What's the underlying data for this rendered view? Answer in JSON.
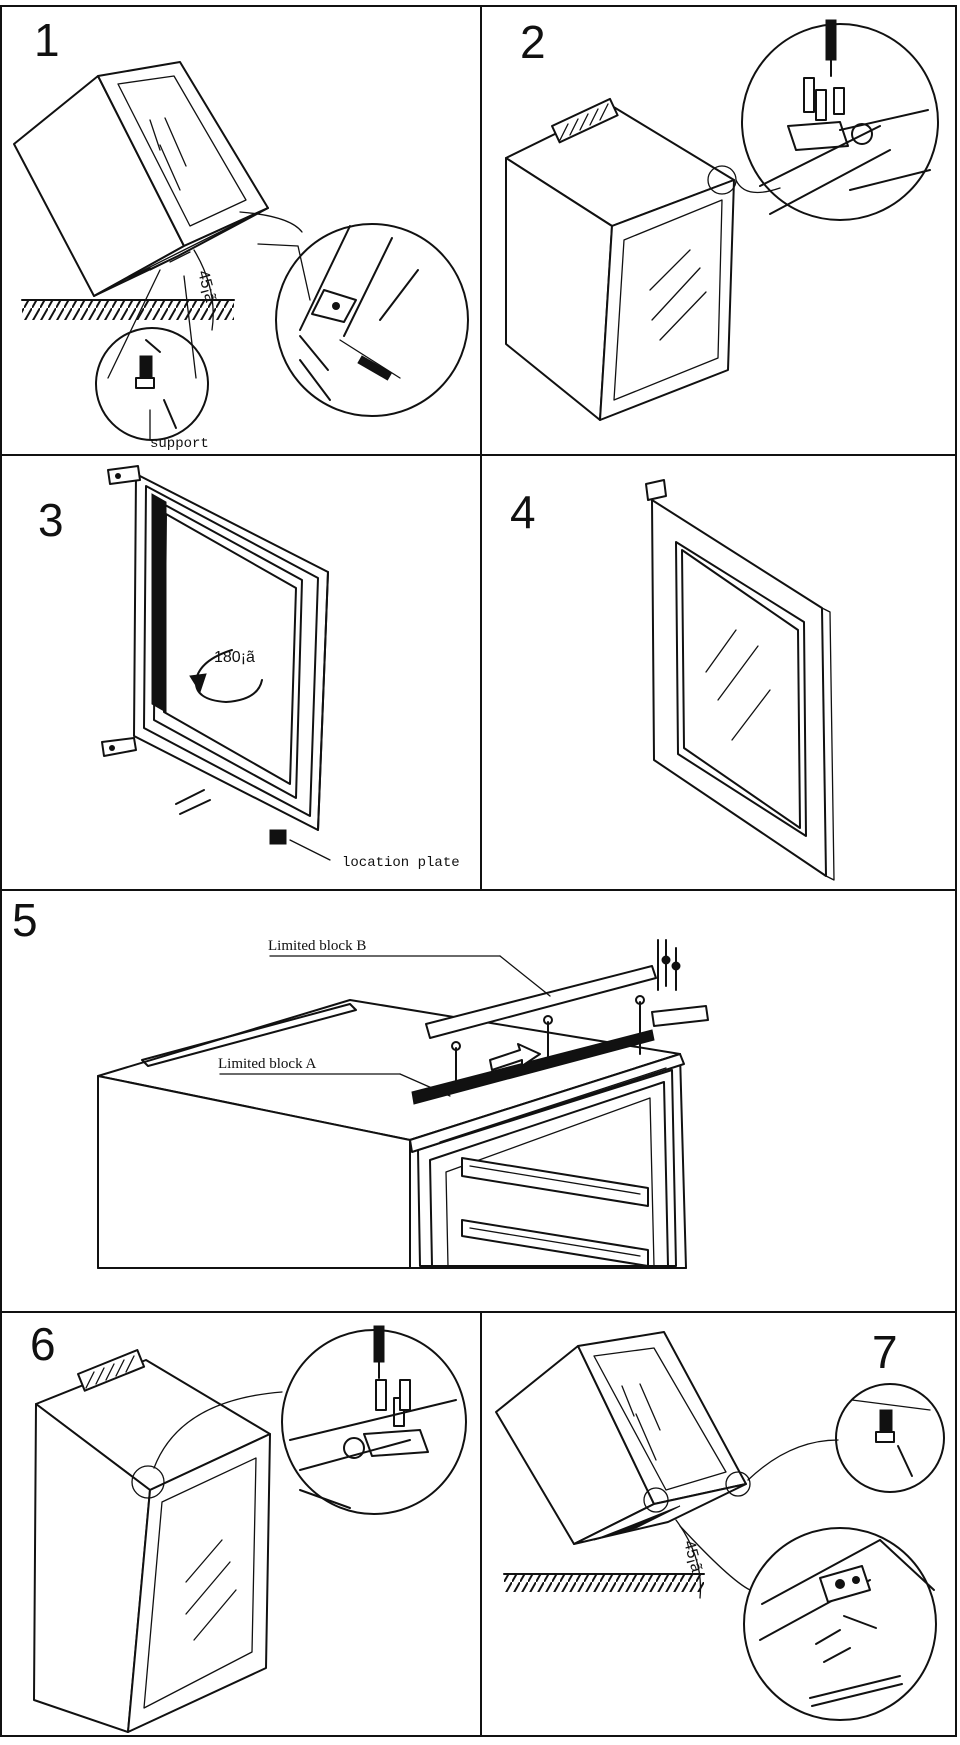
{
  "steps": [
    {
      "number": "1",
      "labels": {
        "support": "support",
        "angle": "45¡ã"
      }
    },
    {
      "number": "2"
    },
    {
      "number": "3",
      "labels": {
        "rotation": "180¡ã",
        "location_plate": "location plate"
      }
    },
    {
      "number": "4"
    },
    {
      "number": "5",
      "labels": {
        "limited_block_b": "Limited block  B",
        "limited_block_a": "Limited block  A"
      }
    },
    {
      "number": "6"
    },
    {
      "number": "7",
      "labels": {
        "angle": "45¡ã"
      }
    }
  ]
}
